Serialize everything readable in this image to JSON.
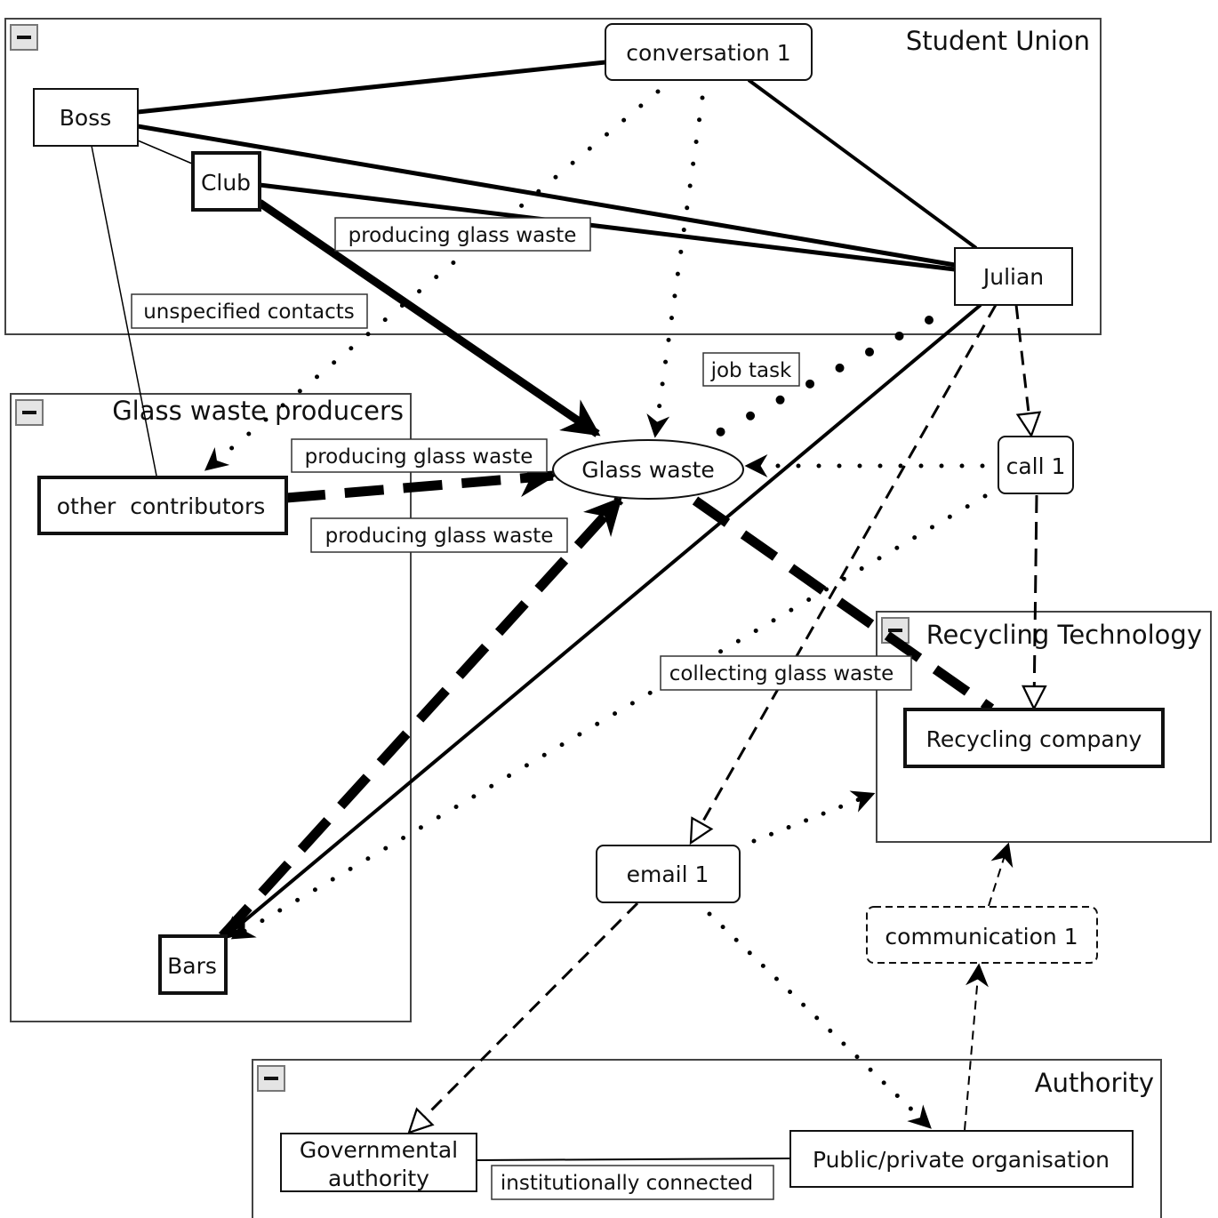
{
  "diagram": {
    "groups": {
      "student_union": {
        "title": "Student Union",
        "collapse_icon": "minus"
      },
      "glass_waste_producers": {
        "title": "Glass waste producers",
        "collapse_icon": "minus"
      },
      "recycling_technology": {
        "title": "Recycling Technology",
        "collapse_icon": "minus"
      },
      "authority": {
        "title": "Authority",
        "collapse_icon": "minus"
      }
    },
    "nodes": {
      "boss": "Boss",
      "club": "Club",
      "conversation_1": "conversation 1",
      "julian": "Julian",
      "glass_waste": "Glass waste",
      "other_contributors": "other  contributors",
      "bars": "Bars",
      "call_1": "call 1",
      "recycling_company": "Recycling company",
      "email_1": "email 1",
      "communication_1": "communication 1",
      "governmental_authority_line1": "Governmental",
      "governmental_authority_line2": "authority",
      "public_private_organisation": "Public/private organisation"
    },
    "edge_labels": {
      "club_glass": "producing glass waste",
      "boss_other": "unspecified contacts",
      "julian_glass": "job task",
      "other_glass": "producing glass waste",
      "bars_glass": "producing glass waste",
      "call_bars": "collecting glass waste",
      "gov_public": "institutionally connected"
    },
    "edges": [
      {
        "from": "Boss",
        "to": "conversation 1",
        "style": "solid-thick"
      },
      {
        "from": "Boss",
        "to": "Julian",
        "style": "solid-thick"
      },
      {
        "from": "Boss",
        "to": "Club",
        "style": "solid-thin"
      },
      {
        "from": "Boss",
        "to": "other contributors",
        "style": "solid-thin",
        "label": "unspecified contacts"
      },
      {
        "from": "Club",
        "to": "Julian",
        "style": "solid-thick"
      },
      {
        "from": "Club",
        "to": "Glass waste",
        "style": "solid-heavy-arrow",
        "label": "producing glass waste"
      },
      {
        "from": "conversation 1",
        "to": "Julian",
        "style": "solid"
      },
      {
        "from": "conversation 1",
        "to": "Glass waste",
        "style": "dotted-arrow"
      },
      {
        "from": "conversation 1",
        "to": "other contributors",
        "style": "dotted-arrow"
      },
      {
        "from": "Julian",
        "to": "Glass waste",
        "style": "dotted-large",
        "label": "job task"
      },
      {
        "from": "Julian",
        "to": "Bars",
        "style": "solid-arrow"
      },
      {
        "from": "Julian",
        "to": "call 1",
        "style": "dashed-hollow-arrow"
      },
      {
        "from": "Julian",
        "to": "email 1",
        "style": "dashed-hollow-arrow"
      },
      {
        "from": "call 1",
        "to": "Glass waste",
        "style": "dotted-arrow"
      },
      {
        "from": "call 1",
        "to": "Bars",
        "style": "dotted-arrow",
        "label": "collecting glass waste"
      },
      {
        "from": "call 1",
        "to": "Recycling company",
        "style": "dashed-hollow-arrow"
      },
      {
        "from": "other contributors",
        "to": "Glass waste",
        "style": "dashed-heavy-arrow",
        "label": "producing glass waste"
      },
      {
        "from": "Bars",
        "to": "Glass waste",
        "style": "dashed-heavy-arrow",
        "label": "producing glass waste"
      },
      {
        "from": "Glass waste",
        "to": "Recycling company",
        "style": "dashed-heavy"
      },
      {
        "from": "email 1",
        "to": "Recycling Technology",
        "style": "dotted-arrow"
      },
      {
        "from": "email 1",
        "to": "Governmental authority",
        "style": "dashed-hollow-arrow"
      },
      {
        "from": "email 1",
        "to": "Public/private organisation",
        "style": "dotted-arrow"
      },
      {
        "from": "Public/private organisation",
        "to": "communication 1",
        "style": "dashed-arrow"
      },
      {
        "from": "communication 1",
        "to": "Recycling Technology",
        "style": "dashed-arrow"
      },
      {
        "from": "Governmental authority",
        "to": "Public/private organisation",
        "style": "solid-thin",
        "label": "institutionally connected"
      }
    ]
  }
}
